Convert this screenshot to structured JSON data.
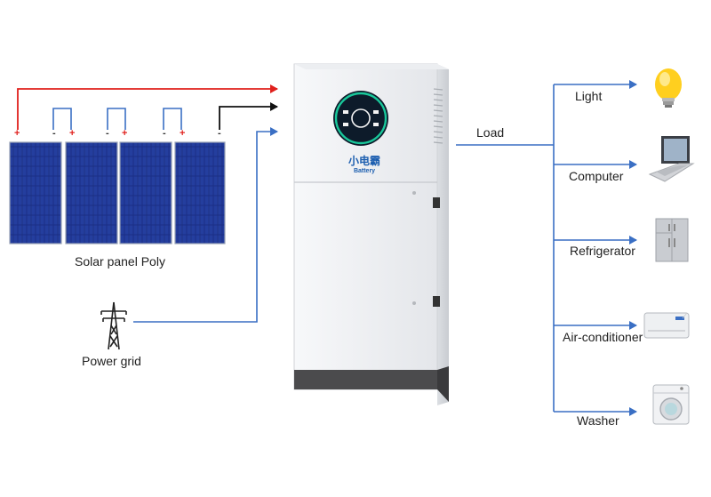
{
  "solar": {
    "label": "Solar panel Poly",
    "polarity": [
      {
        "sign": "+",
        "type": "plus"
      },
      {
        "sign": "-",
        "type": "minus"
      },
      {
        "sign": "+",
        "type": "plus"
      },
      {
        "sign": "-",
        "type": "minus"
      },
      {
        "sign": "+",
        "type": "plus"
      },
      {
        "sign": "-",
        "type": "minus"
      },
      {
        "sign": "+",
        "type": "plus"
      },
      {
        "sign": "-",
        "type": "minus"
      }
    ]
  },
  "grid": {
    "label": "Power grid"
  },
  "unit": {
    "brand": "小电霸",
    "brand_sub": "Battery",
    "colors": {
      "body": "#f2f3f5",
      "base": "#4b4b4d",
      "ring": "#19c79a",
      "screen": "#0d1b2a"
    }
  },
  "load": {
    "label": "Load",
    "items": [
      {
        "label": "Light",
        "icon": "light-bulb-icon"
      },
      {
        "label": "Computer",
        "icon": "laptop-icon"
      },
      {
        "label": "Refrigerator",
        "icon": "refrigerator-icon"
      },
      {
        "label": "Air-conditioner",
        "icon": "air-conditioner-icon"
      },
      {
        "label": "Washer",
        "icon": "washing-machine-icon"
      }
    ]
  },
  "colors": {
    "dc_positive": "#e0201c",
    "dc_negative": "#111111",
    "ac_line": "#3a6fc4"
  }
}
